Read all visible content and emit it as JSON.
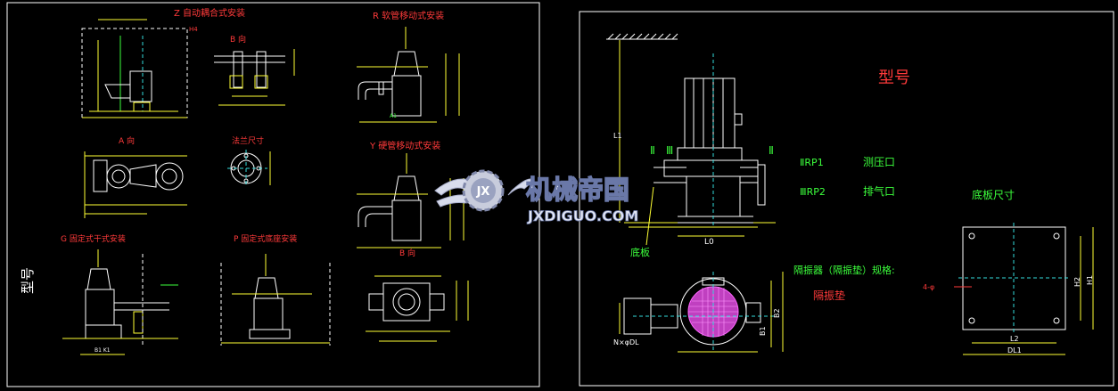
{
  "left_sheet": {
    "labels": {
      "z_title": "Z 自动耦合式安装",
      "r_title": "R 软管移动式安装",
      "a_view": "A 向",
      "b_view": "B 向",
      "flange_title": "法兰尺寸",
      "y_title": "Y 硬管移动式安装",
      "g_title": "G 固定式干式安装",
      "p_title": "P 固定式底座安装",
      "b_view2": "B 向",
      "model_vertical": "型号"
    }
  },
  "right_sheet": {
    "labels": {
      "model": "型号",
      "rp1": "ⅡRP1",
      "rp1_desc": "测压口",
      "rp2": "ⅢRP2",
      "rp2_desc": "排气口",
      "base_size": "底板尺寸",
      "base_plate": "底板",
      "isolator": "隔振器（隔振垫）规格:",
      "isolator_pad": "隔振垫",
      "roman_2a": "Ⅱ",
      "roman_3": "Ⅲ",
      "roman_2b": "Ⅱ",
      "dim_l0": "L0",
      "dim_l1": "L1",
      "dim_l2": "L2",
      "dim_dl1": "DL1",
      "dim_h1": "H1",
      "dim_h2": "H2",
      "dim_b1": "B1",
      "dim_b2": "B2",
      "holes": "4-φ",
      "nxdl": "N×φDL"
    }
  },
  "watermark": {
    "cn": "机械帝国",
    "en": "JXDIGUO.COM",
    "logo_letter": "JX"
  },
  "colors": {
    "background": "#000000",
    "frame": "#ffffff",
    "title_red": "#ff3a3a",
    "label_green": "#3cff3c",
    "dimension_yellow": "#ffff33",
    "impeller_magenta": "#c040c0"
  }
}
